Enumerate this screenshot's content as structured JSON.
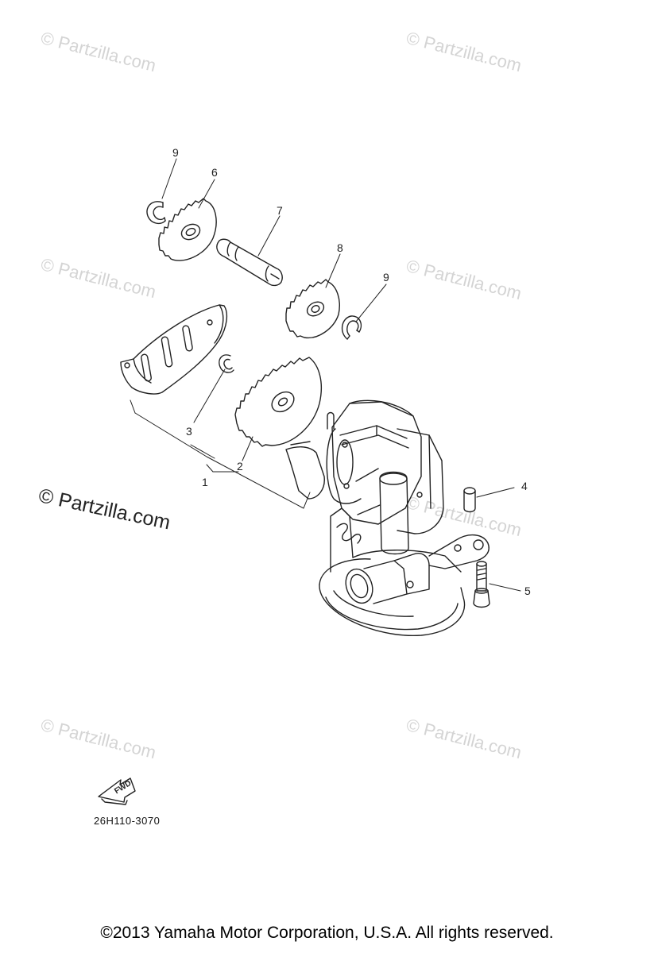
{
  "watermark": {
    "text": "© Partzilla.com"
  },
  "callouts": {
    "c1": "1",
    "c2": "2",
    "c3": "3",
    "c4": "4",
    "c5": "5",
    "c6": "6",
    "c7": "7",
    "c8": "8",
    "c9a": "9",
    "c9b": "9"
  },
  "fwd_label": "FWD",
  "diagram_code": "26H110-3070",
  "copyright": "©2013  Yamaha Motor Corporation, U.S.A. All rights reserved."
}
